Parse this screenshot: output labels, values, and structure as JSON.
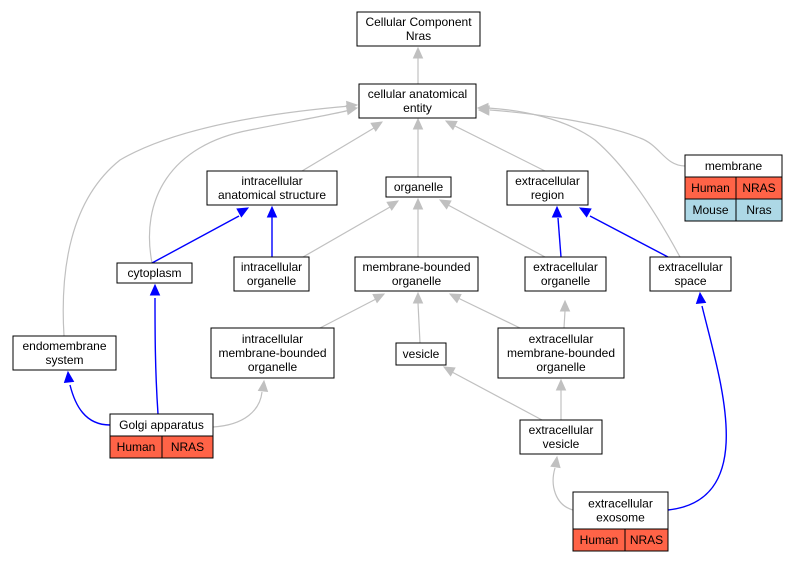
{
  "colors": {
    "human": "#ff6347",
    "mouse": "#add8e6",
    "part_of_edge": "#0000ff",
    "is_a_edge": "#c0c0c0"
  },
  "nodes": {
    "root": [
      "Cellular Component",
      "Nras"
    ],
    "cae": [
      "cellular anatomical",
      "entity"
    ],
    "ias": [
      "intracellular",
      "anatomical structure"
    ],
    "organelle": [
      "organelle"
    ],
    "er": [
      "extracellular",
      "region"
    ],
    "membrane": [
      "membrane"
    ],
    "cytoplasm": [
      "cytoplasm"
    ],
    "io": [
      "intracellular",
      "organelle"
    ],
    "mbo": [
      "membrane-bounded",
      "organelle"
    ],
    "eo": [
      "extracellular",
      "organelle"
    ],
    "es": [
      "extracellular",
      "space"
    ],
    "ems": [
      "endomembrane",
      "system"
    ],
    "imbo": [
      "intracellular",
      "membrane-bounded",
      "organelle"
    ],
    "vesicle": [
      "vesicle"
    ],
    "embo": [
      "extracellular",
      "membrane-bounded",
      "organelle"
    ],
    "golgi": [
      "Golgi apparatus"
    ],
    "ev": [
      "extracellular",
      "vesicle"
    ],
    "exo": [
      "extracellular",
      "exosome"
    ]
  },
  "annotations": {
    "membrane": [
      [
        "Human",
        "NRAS"
      ],
      [
        "Mouse",
        "Nras"
      ]
    ],
    "golgi": [
      [
        "Human",
        "NRAS"
      ]
    ],
    "exo": [
      [
        "Human",
        "NRAS"
      ]
    ]
  }
}
